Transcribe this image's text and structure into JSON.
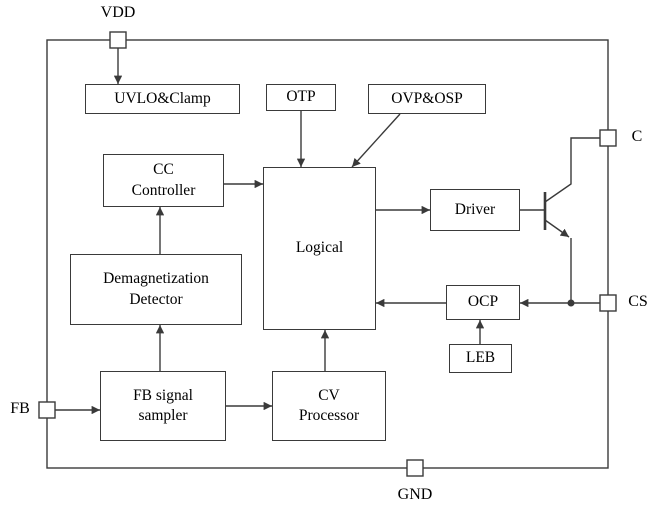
{
  "colors": {
    "line": "#3a3a3a",
    "text": "#000000",
    "background": "#ffffff"
  },
  "pins": {
    "vdd": {
      "label": "VDD"
    },
    "c": {
      "label": "C"
    },
    "cs": {
      "label": "CS"
    },
    "fb": {
      "label": "FB"
    },
    "gnd": {
      "label": "GND"
    }
  },
  "blocks": {
    "uvlo": {
      "label": "UVLO&Clamp"
    },
    "otp": {
      "label": "OTP"
    },
    "ovp": {
      "label": "OVP&OSP"
    },
    "cc": {
      "line1": "CC",
      "line2": "Controller"
    },
    "logical": {
      "label": "Logical"
    },
    "driver": {
      "label": "Driver"
    },
    "demag": {
      "line1": "Demagnetization",
      "line2": "Detector"
    },
    "ocp": {
      "label": "OCP"
    },
    "leb": {
      "label": "LEB"
    },
    "fb_sampler": {
      "line1": "FB signal",
      "line2": "sampler"
    },
    "cv": {
      "line1": "CV",
      "line2": "Processor"
    }
  }
}
